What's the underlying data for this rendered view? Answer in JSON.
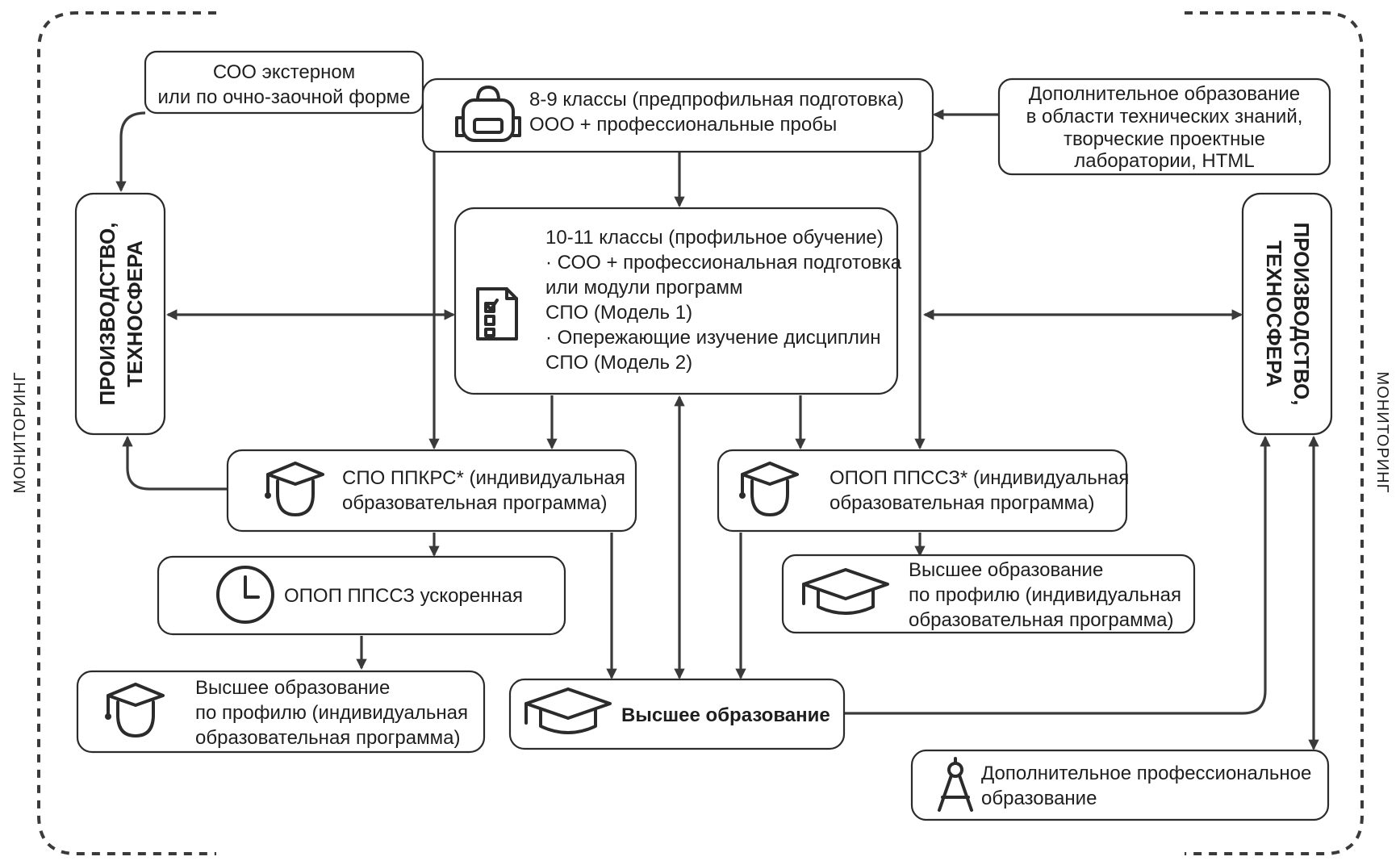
{
  "monitoring": {
    "left": "МОНИТОРИНГ",
    "right": "МОНИТОРИНГ"
  },
  "production_left": {
    "lines": [
      "ПРОИЗВОДСТВО,",
      "ТЕХНОСФЕРА"
    ]
  },
  "production_right": {
    "lines": [
      "ПРОИЗВОДСТВО,",
      "ТЕХНОСФЕРА"
    ]
  },
  "soo_extern": {
    "lines": [
      "СОО экстерном",
      "или по очно-заочной форме"
    ]
  },
  "grades_8_9": {
    "icon": "backpack-icon",
    "lines": [
      "8-9 классы (предпрофильная подготовка)",
      "ООО + профессиональные пробы"
    ]
  },
  "additional_education": {
    "lines": [
      "Дополнительное образование",
      "в области технических знаний,",
      "творческие проектные",
      "лаборатории, HTML"
    ]
  },
  "grades_10_11": {
    "icon": "checklist-icon",
    "lines": [
      "10-11 классы (профильное обучение)",
      "· СОО + профессиональная подготовка",
      "или модули программ",
      "СПО (Модель 1)",
      "· Опережающие изучение дисциплин",
      "СПО (Модель 2)"
    ]
  },
  "spo_ppkrs": {
    "icon": "graduate-icon",
    "lines": [
      "СПО ППКРС* (индивидуальная",
      "образовательная программа)"
    ]
  },
  "opop_ppssz": {
    "icon": "graduate-icon",
    "lines": [
      "ОПОП ППССЗ* (индивидуальная",
      "образовательная программа)"
    ]
  },
  "opop_accelerated": {
    "icon": "clock-icon",
    "text": "ОПОП ППССЗ ускоренная"
  },
  "higher_profile_right": {
    "icon": "mortarboard-icon",
    "lines": [
      "Высшее образование",
      "по профилю (индивидуальная",
      "образовательная программа)"
    ]
  },
  "higher_profile_left": {
    "icon": "graduate-icon",
    "lines": [
      "Высшее образование",
      "по профилю (индивидуальная",
      "образовательная программа)"
    ]
  },
  "higher_education": {
    "icon": "mortarboard-icon",
    "text": "Высшее образование"
  },
  "additional_professional": {
    "icon": "compass-icon",
    "lines": [
      "Дополнительное профессиональное",
      "образование"
    ]
  },
  "colors": {
    "ink": "#2b2b2b",
    "background": "#ffffff"
  }
}
